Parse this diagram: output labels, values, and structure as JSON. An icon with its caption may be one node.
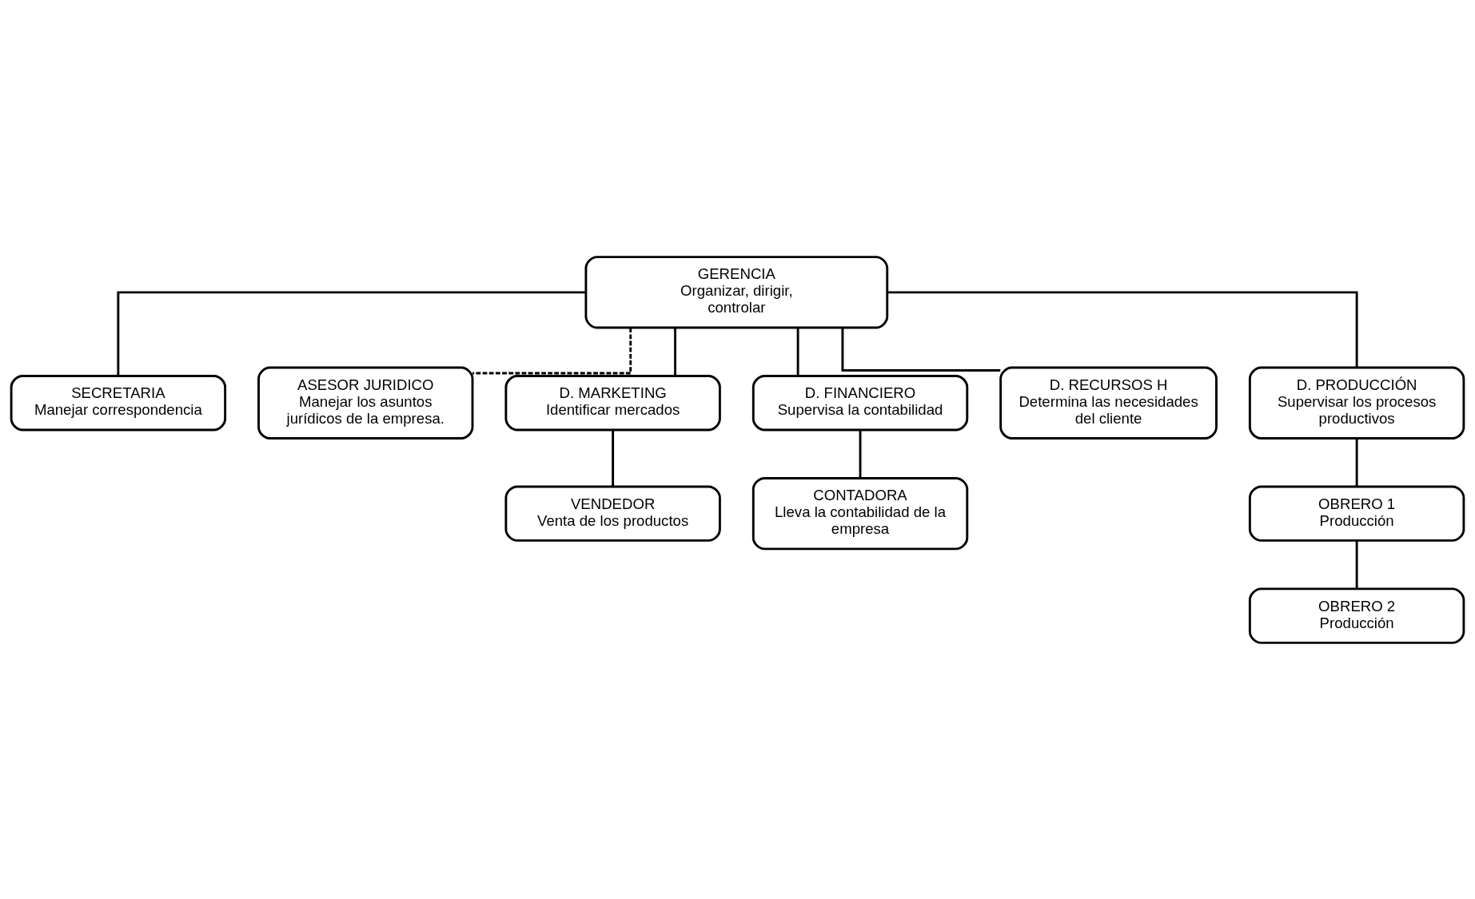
{
  "diagram": {
    "nodes": [
      {
        "text": [
          "GERENCIA",
          "Organizar, dirigir, controlar"
        ]
      },
      {
        "text": [
          "SECRETARIA",
          "Manejar correspondencia"
        ]
      },
      {
        "text": [
          "ASESOR JURIDICO",
          "Manejar los asuntos jurídicos de la empresa."
        ]
      },
      {
        "text": [
          "D. MARKETING",
          "Identificar mercados"
        ]
      },
      {
        "text": [
          "D. FINANCIERO",
          "Supervisa la contabilidad"
        ]
      },
      {
        "text": [
          "D. RECURSOS H",
          "Determina las necesidades del cliente"
        ]
      },
      {
        "text": [
          "D. PRODUCCIÓN",
          "Supervisar los procesos productivos"
        ]
      },
      {
        "text": [
          "VENDEDOR",
          "Venta de los productos"
        ]
      },
      {
        "text": [
          "CONTADORA",
          "Lleva la contabilidad de la empresa"
        ]
      },
      {
        "text": [
          "OBRERO 1",
          "Producción"
        ]
      },
      {
        "text": [
          "OBRERO 2",
          "Producción"
        ]
      }
    ],
    "edges": [
      {
        "from": 0,
        "to": 1,
        "arrow": "none"
      },
      {
        "from": 0,
        "to": 2,
        "arrow": "none",
        "style": "dashed"
      },
      {
        "from": 0,
        "to": 3,
        "arrow": "none"
      },
      {
        "from": 0,
        "to": 4,
        "arrow": "none"
      },
      {
        "from": 0,
        "to": 5,
        "arrow": "none"
      },
      {
        "from": 0,
        "to": 6,
        "arrow": "none"
      },
      {
        "from": 3,
        "to": 7,
        "arrow": "none"
      },
      {
        "from": 4,
        "to": 8,
        "arrow": "none"
      },
      {
        "from": 6,
        "to": 9,
        "arrow": "none"
      },
      {
        "from": 9,
        "to": 10,
        "arrow": "none"
      }
    ]
  }
}
